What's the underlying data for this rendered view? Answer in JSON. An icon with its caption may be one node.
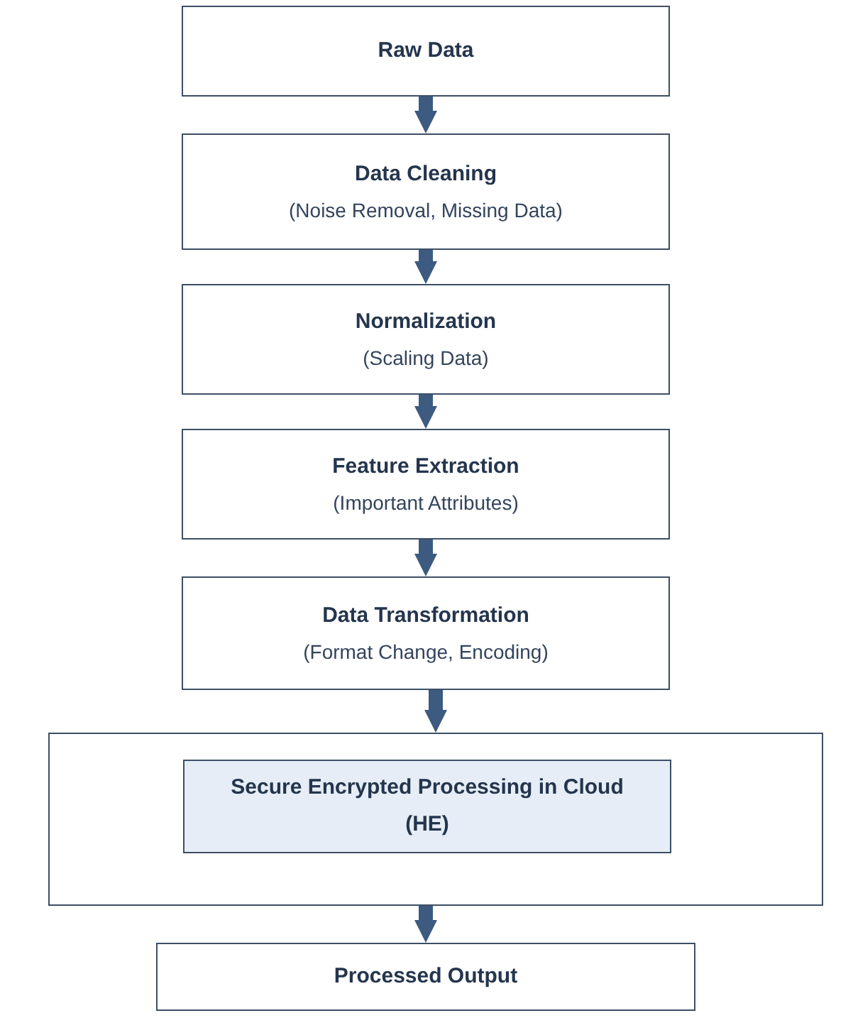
{
  "diagram": {
    "nodes": [
      {
        "text": [
          "Raw Data"
        ]
      },
      {
        "text": [
          "Data Cleaning",
          "(Noise Removal, Missing Data)"
        ]
      },
      {
        "text": [
          "Normalization",
          "(Scaling Data)"
        ]
      },
      {
        "text": [
          "Feature Extraction",
          "(Important Attributes)"
        ]
      },
      {
        "text": [
          "Data Transformation",
          "(Format Change, Encoding)"
        ]
      },
      {
        "text": [],
        "shape": "box"
      },
      {
        "text": [
          "Secure Encrypted Processing in Cloud (HE)"
        ],
        "in": 5
      },
      {
        "text": [
          "Processed Output"
        ]
      }
    ],
    "edges": [
      {
        "from": 0,
        "to": 1,
        "arrow": "to"
      },
      {
        "from": 1,
        "to": 2,
        "arrow": "to"
      },
      {
        "from": 2,
        "to": 3,
        "arrow": "to"
      },
      {
        "from": 3,
        "to": 4,
        "arrow": "to"
      },
      {
        "from": 4,
        "to": 5,
        "arrow": "to"
      },
      {
        "from": 5,
        "to": 7,
        "arrow": "to"
      }
    ]
  }
}
